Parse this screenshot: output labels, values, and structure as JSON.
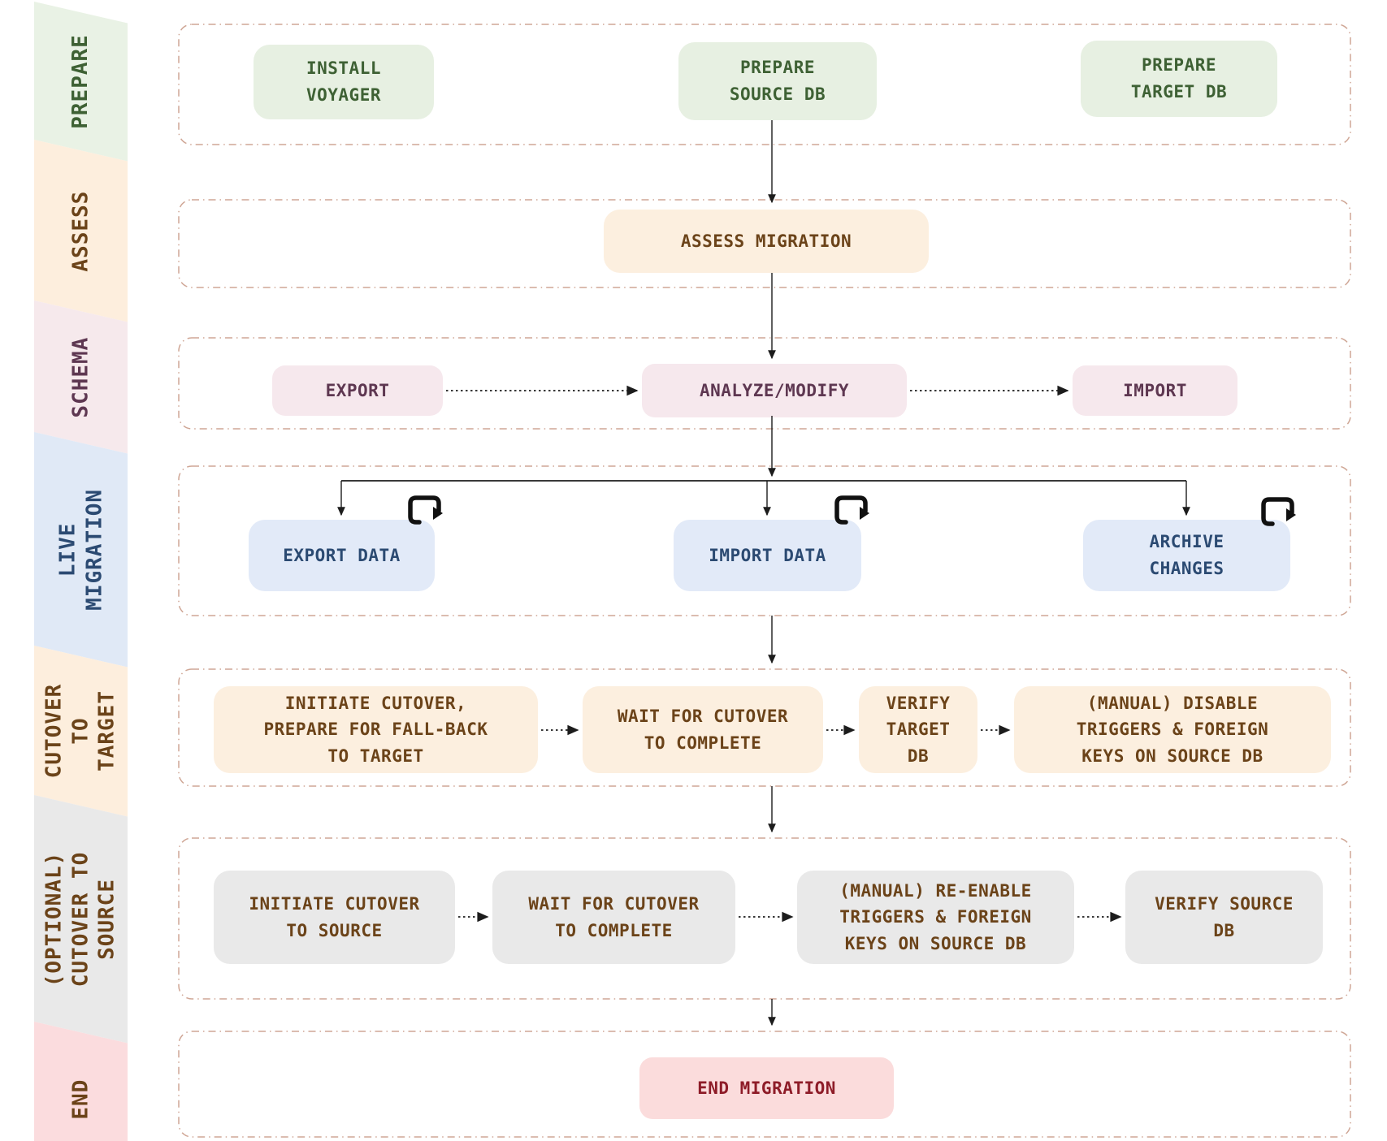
{
  "colors": {
    "canvas_bg": "#ffffff",
    "lane_border": "#cfa695",
    "connector": "#1c1c1c",
    "green_bg": "#e7f0e2",
    "green_text": "#3e6134",
    "tan_bg": "#fcefdf",
    "tan_text": "#6b4319",
    "pink_bg": "#f6e8ed",
    "pink_text": "#5e3751",
    "blue_bg": "#e2eaf8",
    "blue_text": "#2b4a72",
    "gray_bg": "#e9e9e9",
    "gray_text": "#6b4319",
    "red_bg": "#fbdcdc",
    "red_text": "#8e1c28"
  },
  "icons": {
    "loop": "loop-arrow"
  },
  "sidebar": {
    "stages": [
      {
        "id": "prepare",
        "label": "PREPARE",
        "bg": "#e9f2e5",
        "text_color": "#3e6134"
      },
      {
        "id": "assess",
        "label": "ASSESS",
        "bg": "#fdeedd",
        "text_color": "#6b4319"
      },
      {
        "id": "schema",
        "label": "SCHEMA",
        "bg": "#f6e9ec",
        "text_color": "#5e3751"
      },
      {
        "id": "live-migration",
        "label": "LIVE\nMIGRATION",
        "bg": "#e0e9f6",
        "text_color": "#2b4a72"
      },
      {
        "id": "cutover-to-target",
        "label": "CUTOVER TO\nTARGET",
        "bg": "#fdeedd",
        "text_color": "#6b4319"
      },
      {
        "id": "optional-cutover-to-source",
        "label": "(OPTIONAL)\nCUTOVER TO\nSOURCE",
        "bg": "#e9e9e9",
        "text_color": "#6b4319"
      },
      {
        "id": "end",
        "label": "END",
        "bg": "#fbdcde",
        "text_color": "#6b4319"
      }
    ]
  },
  "flow": {
    "rows": [
      {
        "stage": "prepare",
        "boxes": [
          {
            "id": "install-voyager",
            "label": "INSTALL\nVOYAGER"
          },
          {
            "id": "prepare-source-db",
            "label": "PREPARE\nSOURCE DB"
          },
          {
            "id": "prepare-target-db",
            "label": "PREPARE\nTARGET DB"
          }
        ]
      },
      {
        "stage": "assess",
        "boxes": [
          {
            "id": "assess-migration",
            "label": "ASSESS MIGRATION"
          }
        ]
      },
      {
        "stage": "schema",
        "boxes": [
          {
            "id": "export-schema",
            "label": "EXPORT"
          },
          {
            "id": "analyze-modify",
            "label": "ANALYZE/MODIFY"
          },
          {
            "id": "import-schema",
            "label": "IMPORT"
          }
        ]
      },
      {
        "stage": "live-migration",
        "boxes": [
          {
            "id": "export-data",
            "label": "EXPORT DATA"
          },
          {
            "id": "import-data",
            "label": "IMPORT DATA"
          },
          {
            "id": "archive-changes",
            "label": "ARCHIVE\nCHANGES"
          }
        ]
      },
      {
        "stage": "cutover-to-target",
        "boxes": [
          {
            "id": "initiate-cutover-target",
            "label": "INITIATE CUTOVER,\nPREPARE FOR FALL-BACK\nTO TARGET"
          },
          {
            "id": "wait-cutover-target",
            "label": "WAIT FOR CUTOVER\nTO COMPLETE"
          },
          {
            "id": "verify-target-db",
            "label": "VERIFY\nTARGET\nDB"
          },
          {
            "id": "disable-triggers",
            "label": "(MANUAL) DISABLE\nTRIGGERS & FOREIGN\nKEYS ON SOURCE DB"
          }
        ]
      },
      {
        "stage": "optional-cutover-to-source",
        "boxes": [
          {
            "id": "initiate-cutover-source",
            "label": "INITIATE CUTOVER\nTO SOURCE"
          },
          {
            "id": "wait-cutover-source",
            "label": "WAIT FOR CUTOVER\nTO COMPLETE"
          },
          {
            "id": "reenable-triggers",
            "label": "(MANUAL) RE-ENABLE\nTRIGGERS & FOREIGN\nKEYS ON SOURCE DB"
          },
          {
            "id": "verify-source-db",
            "label": "VERIFY SOURCE\nDB"
          }
        ]
      },
      {
        "stage": "end",
        "boxes": [
          {
            "id": "end-migration",
            "label": "END MIGRATION"
          }
        ]
      }
    ]
  }
}
